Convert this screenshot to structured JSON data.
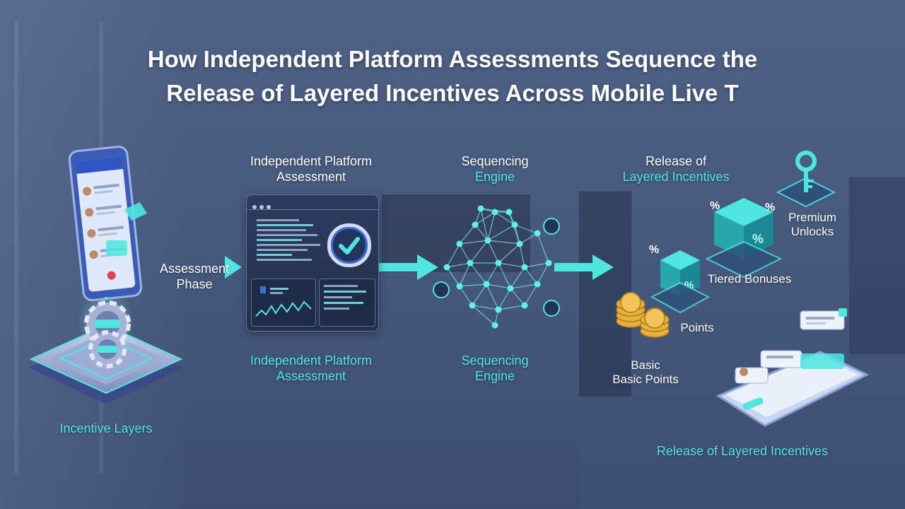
{
  "title": {
    "line1": "How Independent Platform Assessments Sequence the",
    "line2": "Release of Layered Incentives Across Mobile Live T"
  },
  "labels": {
    "incentive_layers": "Incentive Layers",
    "assessment_phase_1": "Assessment",
    "assessment_phase_2": "Phase",
    "ipa_top_1": "Independent Platform",
    "ipa_top_2": "Assessment",
    "ipa_bottom_1": "Independent Platform",
    "ipa_bottom_2": "Assessment",
    "seq_top_1": "Sequencing",
    "seq_top_2": "Engine",
    "seq_bottom_1": "Sequencing",
    "seq_bottom_2": "Engine",
    "release_top_1": "Release of",
    "release_top_2": "Layered Incentives",
    "premium_1": "Premium",
    "premium_2": "Unlocks",
    "tiered": "Tiered Bonuses",
    "points": "Points",
    "basic_1": "Basic",
    "basic_2": "Basic Points",
    "release_bottom": "Release of Layered Incentives"
  },
  "colors": {
    "accent": "#4fe6e0",
    "background": "#4a5d80",
    "text": "#ffffff",
    "coin": "#e8b23a"
  },
  "icons": [
    "phone-icon",
    "gear-icon",
    "check-icon",
    "network-icon",
    "gift-box-icon",
    "key-icon",
    "coin-icon",
    "arrow-right-icon"
  ]
}
